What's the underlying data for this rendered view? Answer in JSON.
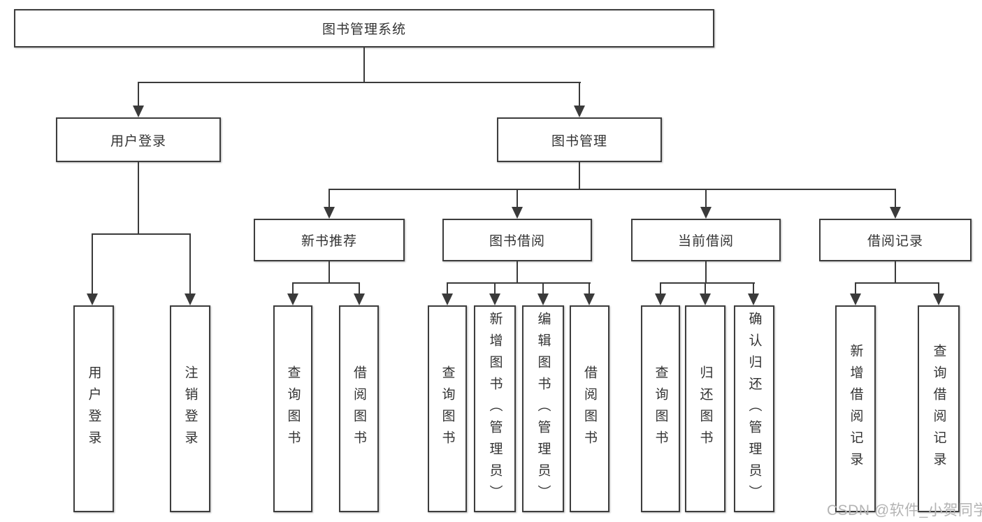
{
  "colors": {
    "box_border": "#3d3d3d",
    "connector_line": "#3a3a3a",
    "text": "#333333",
    "box_background": "#ffffff",
    "page_background": "#ffffff",
    "watermark_text": "#b3b3b3"
  },
  "diagram": {
    "type": "hierarchy-tree",
    "title": "图书管理系统",
    "level2": {
      "user_login": "用户登录",
      "book_management": "图书管理"
    },
    "level3": {
      "new_book_recommend": "新书推荐",
      "book_borrowing": "图书借阅",
      "current_borrowing": "当前借阅",
      "borrowing_records": "借阅记录"
    },
    "leaves": {
      "user_login_leaf": "用户登录",
      "logout_leaf": "注销登录",
      "query_books_1": "查询图书",
      "borrow_books_1": "借阅图书",
      "query_books_2": "查询图书",
      "add_books_admin": "新增图书（管理员）",
      "edit_books_admin": "编辑图书（管理员）",
      "borrow_books_2": "借阅图书",
      "query_books_3": "查询图书",
      "return_books": "归还图书",
      "confirm_return_admin": "确认归还（管理员）",
      "add_borrow_record": "新增借阅记录",
      "query_borrow_record": "查询借阅记录"
    }
  },
  "watermark": "CSDN @软件_小贺同学"
}
